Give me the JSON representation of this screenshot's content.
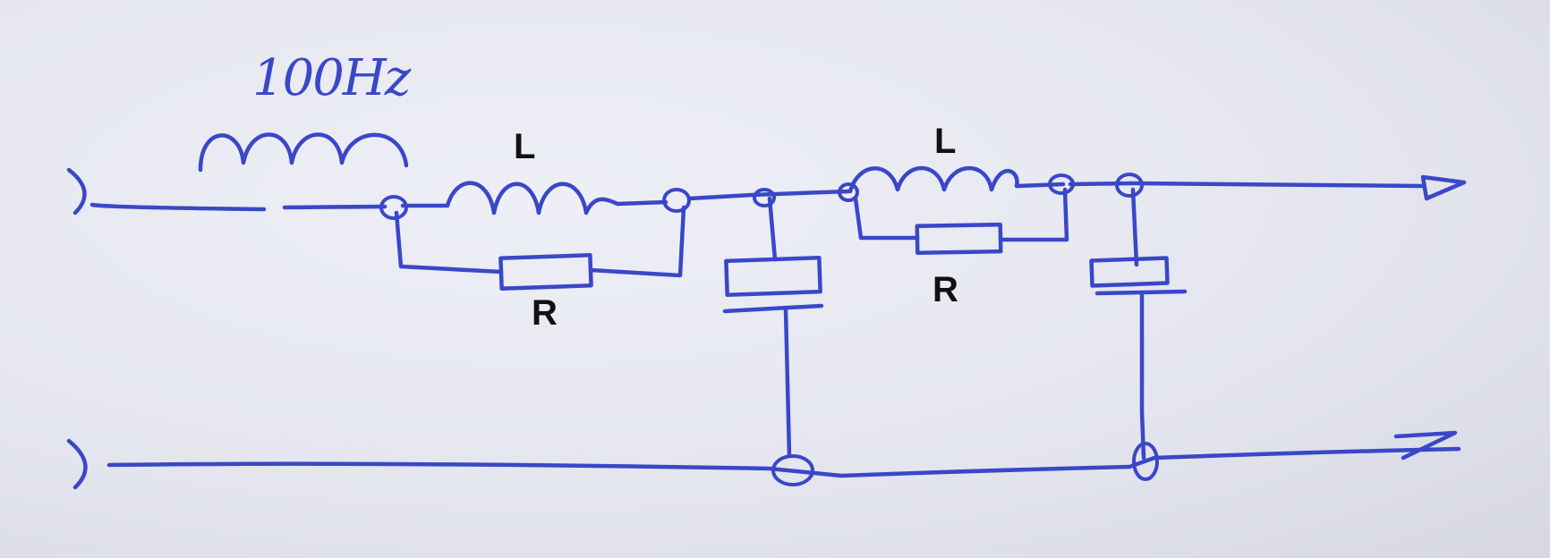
{
  "annotation": "100Hz",
  "stage1": {
    "inductor_label": "L",
    "resistor_label": "R"
  },
  "stage2": {
    "inductor_label": "L",
    "resistor_label": "R"
  },
  "colors": {
    "ink": "#3a47c8",
    "paper": "#e6e7ef",
    "label": "#111111"
  }
}
